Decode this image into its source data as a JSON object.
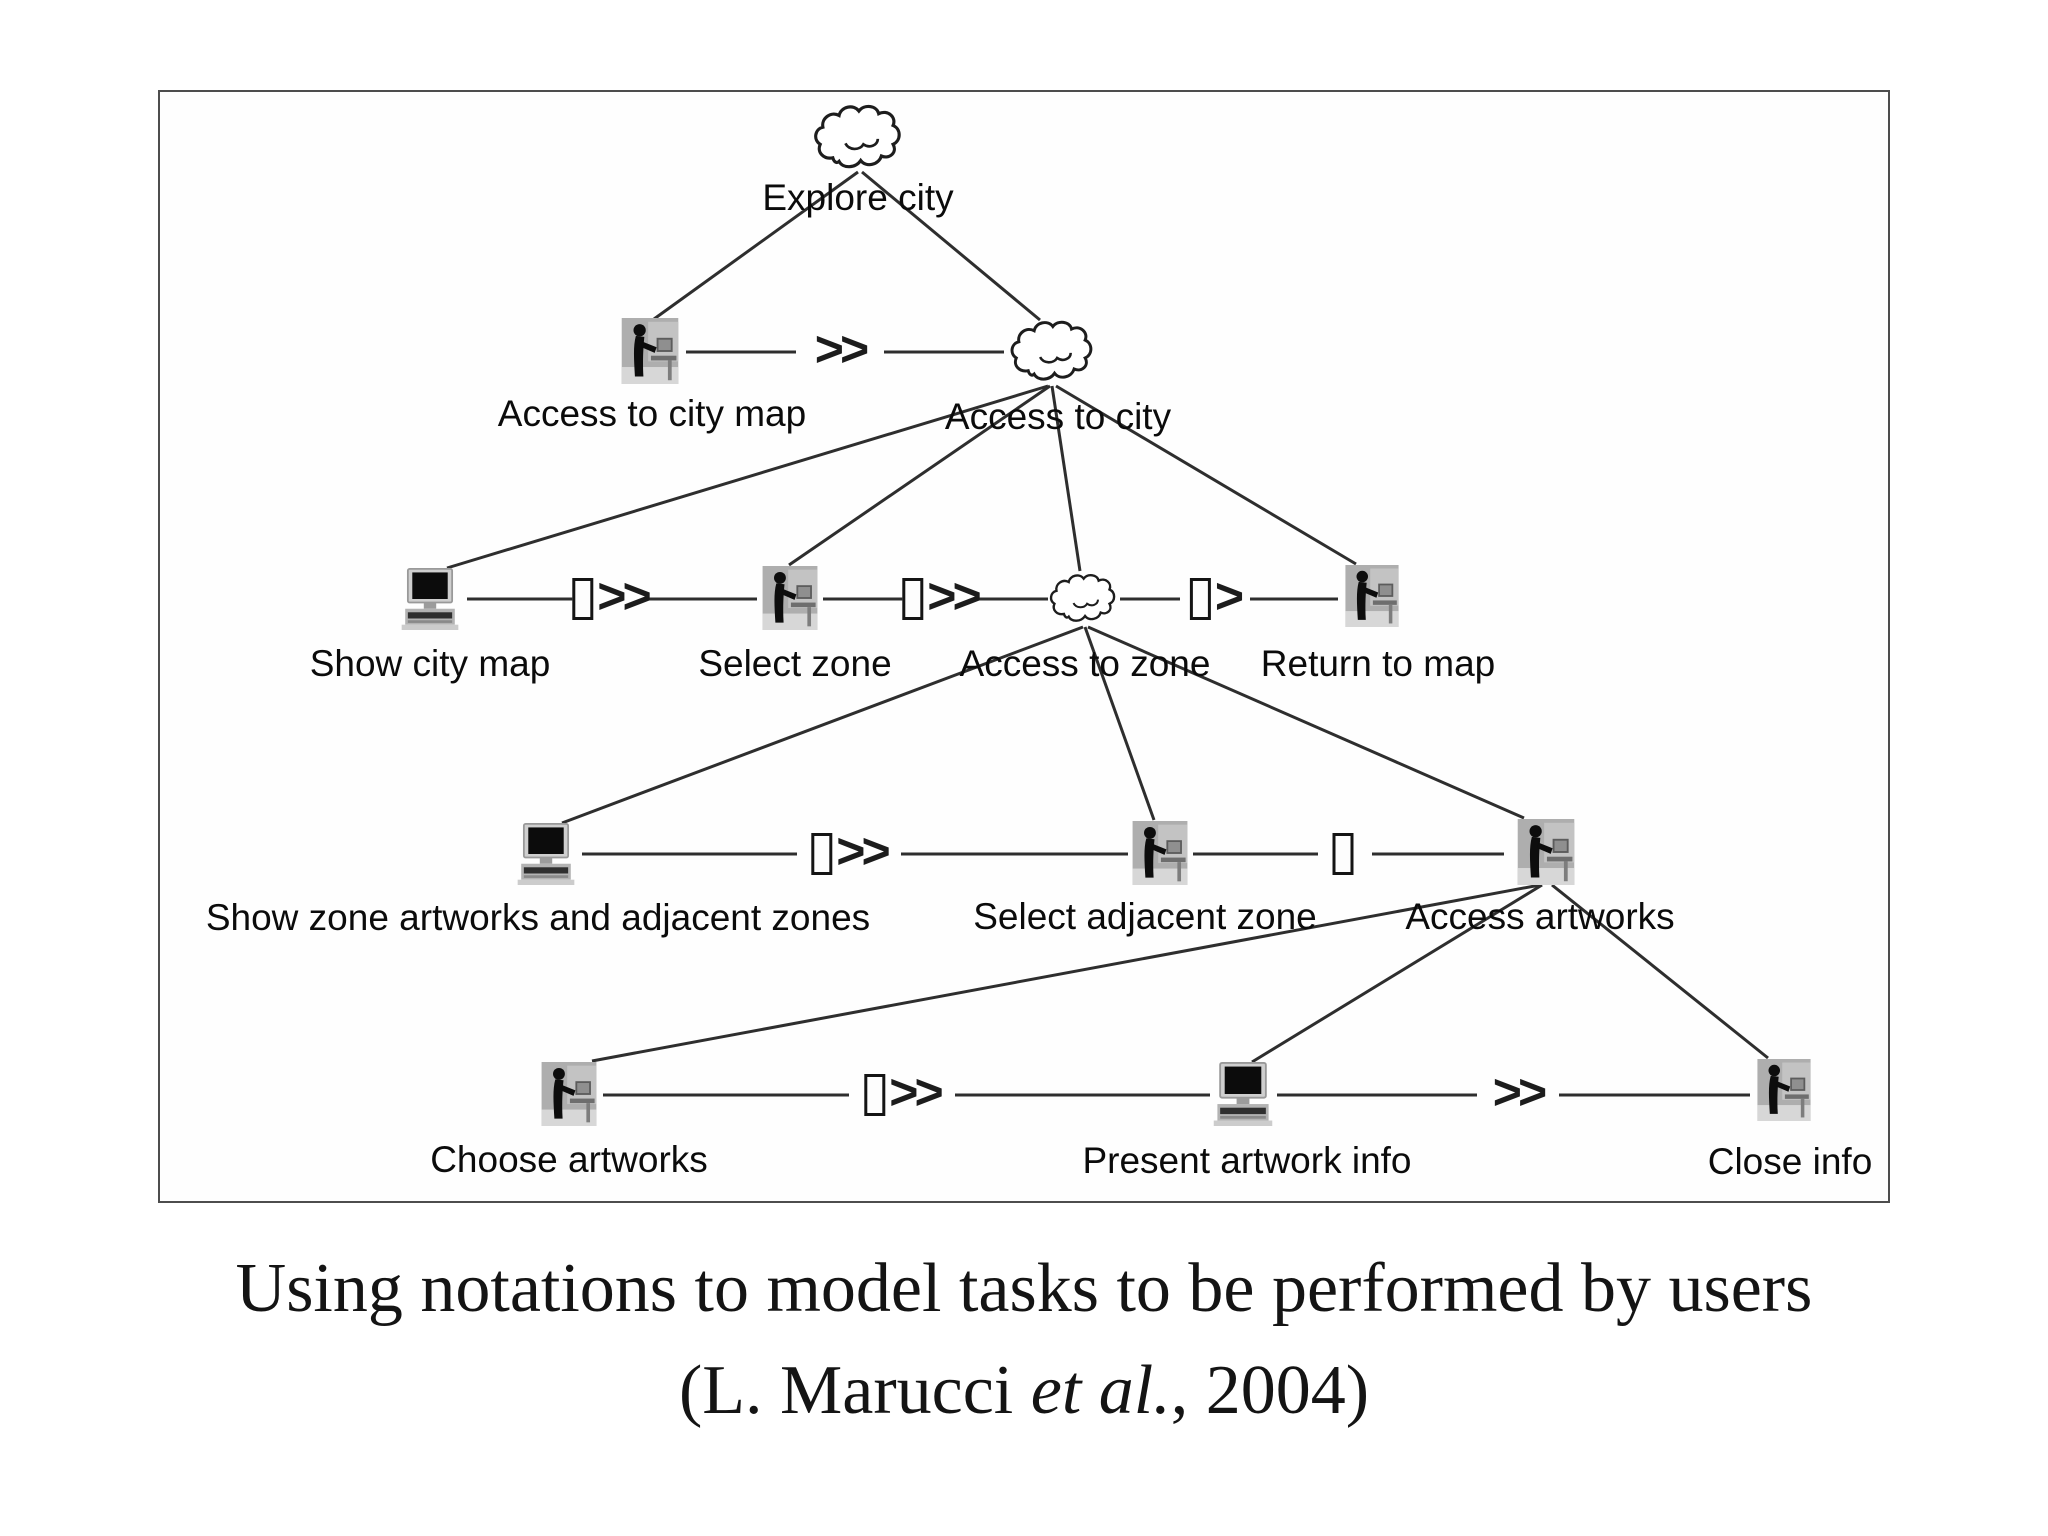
{
  "slide": {
    "caption_line1": "Using notations to model tasks to be performed by users",
    "caption_line2_prefix": "(L. Marucci ",
    "caption_line2_italic": "et al.",
    "caption_line2_suffix": ", 2004)"
  },
  "diagram": {
    "nodes": [
      {
        "id": "explore-city",
        "type": "abstract-cloud",
        "label": "Explore city"
      },
      {
        "id": "access-to-city-map",
        "type": "user-interaction",
        "label": "Access to city map"
      },
      {
        "id": "access-to-city",
        "type": "abstract-cloud",
        "label": "Access to city"
      },
      {
        "id": "show-city-map",
        "type": "application",
        "label": "Show city map"
      },
      {
        "id": "select-zone",
        "type": "user-interaction",
        "label": "Select zone"
      },
      {
        "id": "access-to-zone",
        "type": "abstract-cloud",
        "label": "Access to zone"
      },
      {
        "id": "return-to-map",
        "type": "user-interaction",
        "label": "Return to map"
      },
      {
        "id": "show-zone-artworks",
        "type": "application",
        "label": "Show zone artworks and adjacent zones"
      },
      {
        "id": "select-adjacent-zone",
        "type": "user-interaction",
        "label": "Select adjacent zone"
      },
      {
        "id": "access-artworks",
        "type": "user-interaction",
        "label": "Access artworks"
      },
      {
        "id": "choose-artworks",
        "type": "user-interaction",
        "label": "Choose artworks"
      },
      {
        "id": "present-artwork-info",
        "type": "application",
        "label": "Present artwork info"
      },
      {
        "id": "close-info",
        "type": "user-interaction",
        "label": "Close info"
      }
    ],
    "operators": [
      {
        "between": "access-to-city-map / access-to-city",
        "box": false,
        "arrows": ">>"
      },
      {
        "between": "show-city-map / select-zone",
        "box": true,
        "arrows": ">>"
      },
      {
        "between": "select-zone / access-to-zone",
        "box": true,
        "arrows": ">>"
      },
      {
        "between": "access-to-zone / return-to-map",
        "box": true,
        "arrows": ">"
      },
      {
        "between": "show-zone-artworks / select-adjacent-zone",
        "box": true,
        "arrows": ">>"
      },
      {
        "between": "select-adjacent-zone / access-artworks",
        "box": true,
        "arrows": ""
      },
      {
        "between": "choose-artworks / present-artwork-info",
        "box": true,
        "arrows": ">>"
      },
      {
        "between": "present-artwork-info / close-info",
        "box": false,
        "arrows": ">>"
      }
    ]
  }
}
